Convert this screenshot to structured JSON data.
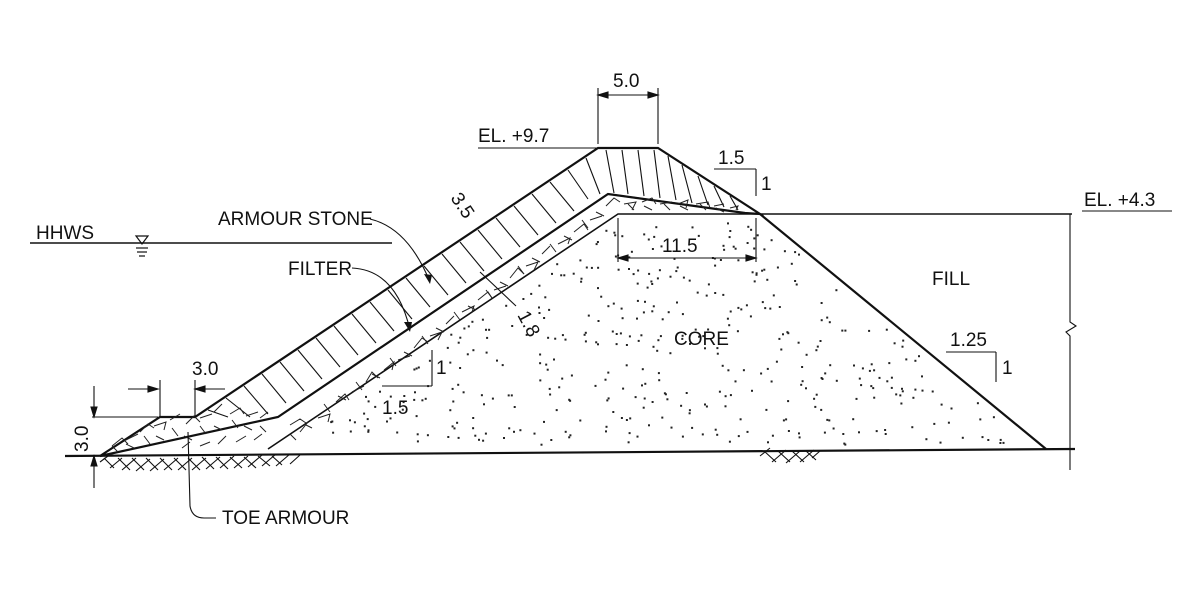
{
  "labels": {
    "crest_elevation": "EL. +9.7",
    "fill_elevation": "EL. +4.3",
    "water_level": "HHWS",
    "armour_stone": "ARMOUR STONE",
    "filter": "FILTER",
    "core": "CORE",
    "fill": "FILL",
    "toe_armour": "TOE ARMOUR"
  },
  "dimensions": {
    "crest_width": "5.0",
    "core_top_width": "11.5",
    "toe_width": "3.0",
    "toe_height": "3.0",
    "armour_thickness": "3.5",
    "filter_thickness": "1.8"
  },
  "slopes": {
    "seaward_h": "1.5",
    "seaward_v": "1",
    "crest_back_h": "1.5",
    "crest_back_v": "1",
    "landward_h": "1.25",
    "landward_v": "1"
  }
}
